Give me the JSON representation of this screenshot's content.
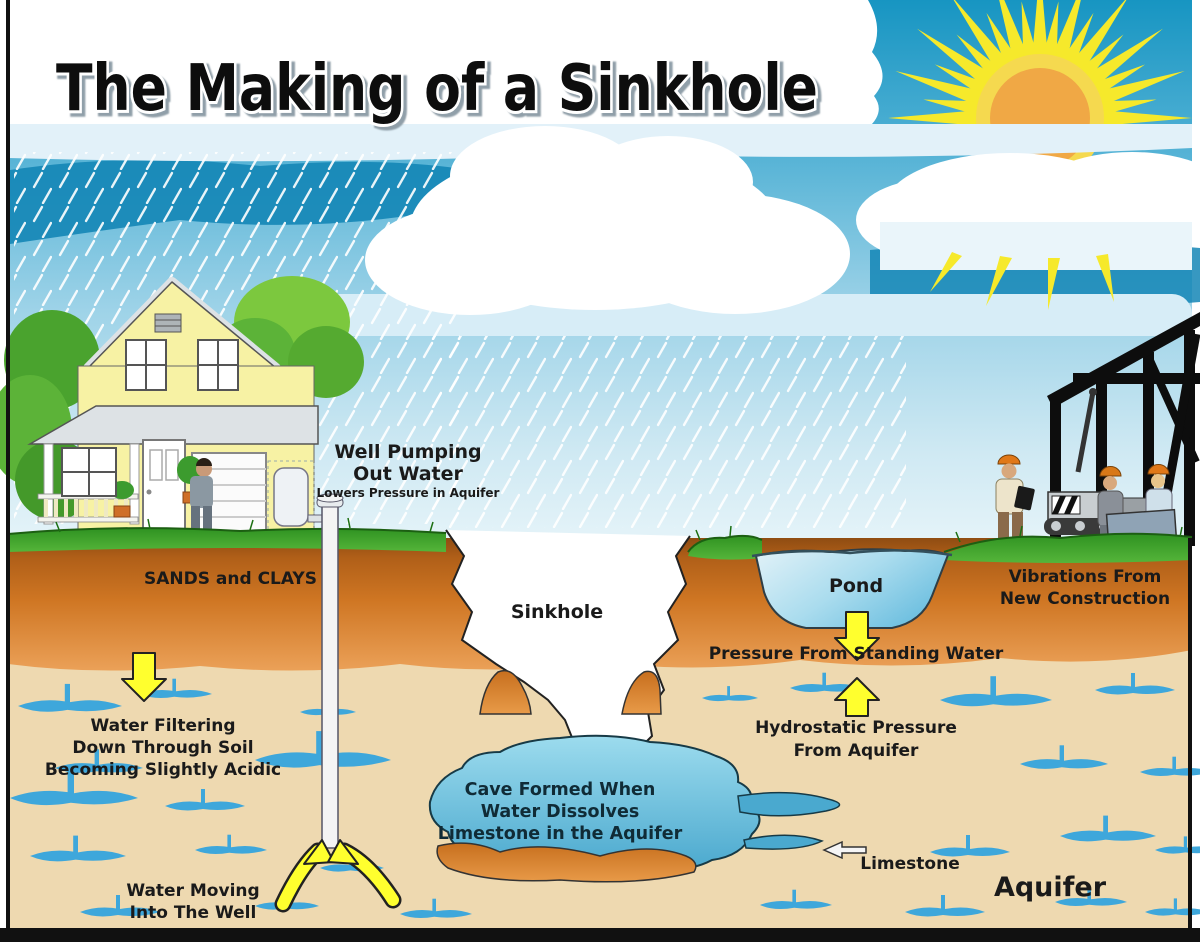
{
  "title": "The Making of a Sinkhole",
  "labels": {
    "well_pumping": {
      "lines": [
        "Well Pumping",
        "Out Water"
      ],
      "sub": "Lowers Pressure in Aquifer"
    },
    "sands_and_clays": "SANDS and CLAYS",
    "sinkhole": "Sinkhole",
    "pond": "Pond",
    "vibrations": {
      "lines": [
        "Vibrations From",
        "New Construction"
      ]
    },
    "pressure_standing_water": "Pressure From Standing Water",
    "water_filtering": {
      "lines": [
        "Water Filtering",
        "Down Through Soil",
        "Becoming Slightly Acidic"
      ]
    },
    "hydrostatic_pressure": {
      "lines": [
        "Hydrostatic Pressure",
        "From Aquifer"
      ]
    },
    "cave_formed": {
      "lines": [
        "Cave Formed When",
        "Water Dissolves",
        "Limestone in the Aquifer"
      ]
    },
    "water_moving": {
      "lines": [
        "Water Moving",
        "Into The Well"
      ]
    },
    "limestone": "Limestone",
    "aquifer": "Aquifer"
  },
  "colors": {
    "sky_teal": "#1795c2",
    "sky_band_dark": "#1486b6",
    "sun_yellow": "#f6e92b",
    "sun_core_orange": "#f0a845",
    "cloud_white": "#ffffff",
    "cloud_base": "#d7edf7",
    "rain_white": "#ffffff",
    "grass_green": "#3da32c",
    "orange_layer": "#cf7623",
    "tan_layer": "#eed9b0",
    "crack_blue": "#3ea7db",
    "cave_blue": "#4aa9cf",
    "pond_blue": "#7cc5e2",
    "arrow_yellow": "#ffff2e",
    "house_yellow": "#f7f2a4",
    "roof_gray": "#dde2e5",
    "frame_black": "#0d0d0d",
    "border_black": "#111111"
  }
}
